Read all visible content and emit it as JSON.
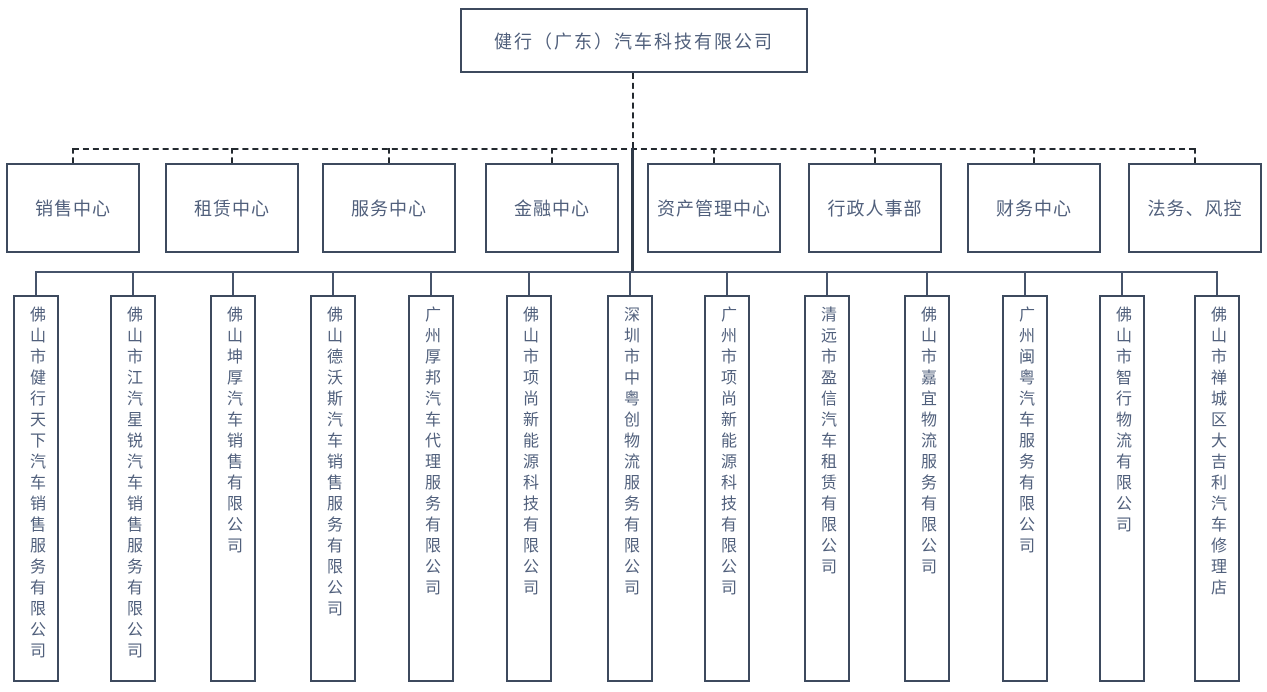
{
  "root": {
    "label": "健行（广东）汽车科技有限公司"
  },
  "departments": [
    "销售中心",
    "租赁中心",
    "服务中心",
    "金融中心",
    "资产管理中心",
    "行政人事部",
    "财务中心",
    "法务、风控"
  ],
  "subsidiaries": [
    "佛山市健行天下汽车销售服务有限公司",
    "佛山市江汽星锐汽车销售服务有限公司",
    "佛山坤厚汽车销售有限公司",
    "佛山德沃斯汽车销售服务有限公司",
    "广州厚邦汽车代理服务有限公司",
    "佛山市项尚新能源科技有限公司",
    "深圳市中粤创物流服务有限公司",
    "广州市项尚新能源科技有限公司",
    "清远市盈信汽车租赁有限公司",
    "佛山市嘉宜物流服务有限公司",
    "广州闽粤汽车服务有限公司",
    "佛山市智行物流有限公司",
    "佛山市禅城区大吉利汽车修理店"
  ],
  "colors": {
    "border": "#3d4a5e",
    "text": "#51607c",
    "dashed_line": "#23292f",
    "solid_line": "#46536a",
    "background": "#ffffff"
  }
}
